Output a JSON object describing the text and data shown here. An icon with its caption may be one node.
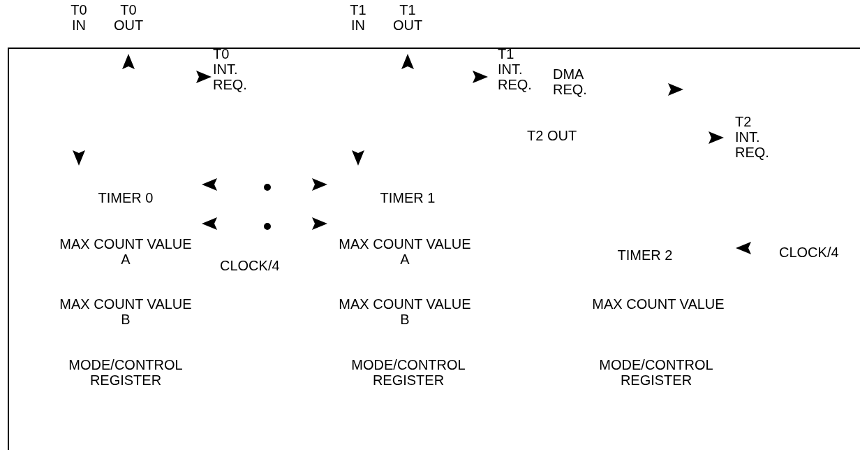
{
  "diagram": {
    "labels": [
      "T0 IN",
      "T0 OUT",
      "T1 IN",
      "T1 OUT",
      "T0 INT. REQ.",
      "T1 INT. REQ.",
      "DMA REQ.",
      "T2 OUT",
      "T2 INT. REQ.",
      "TIMER 0",
      "TIMER 1",
      "MAX COUNT VALUE A",
      "CLOCK/4",
      "MAX COUNT VALUE A",
      "TIMER 2",
      "CLOCK/4",
      "MAX COUNT VALUE B",
      "MAX COUNT VALUE B",
      "MAX COUNT VALUE",
      "MODE/CONTROL REGISTER",
      "MODE/CONTROL REGISTER",
      "MODE/CONTROL REGISTER"
    ]
  }
}
